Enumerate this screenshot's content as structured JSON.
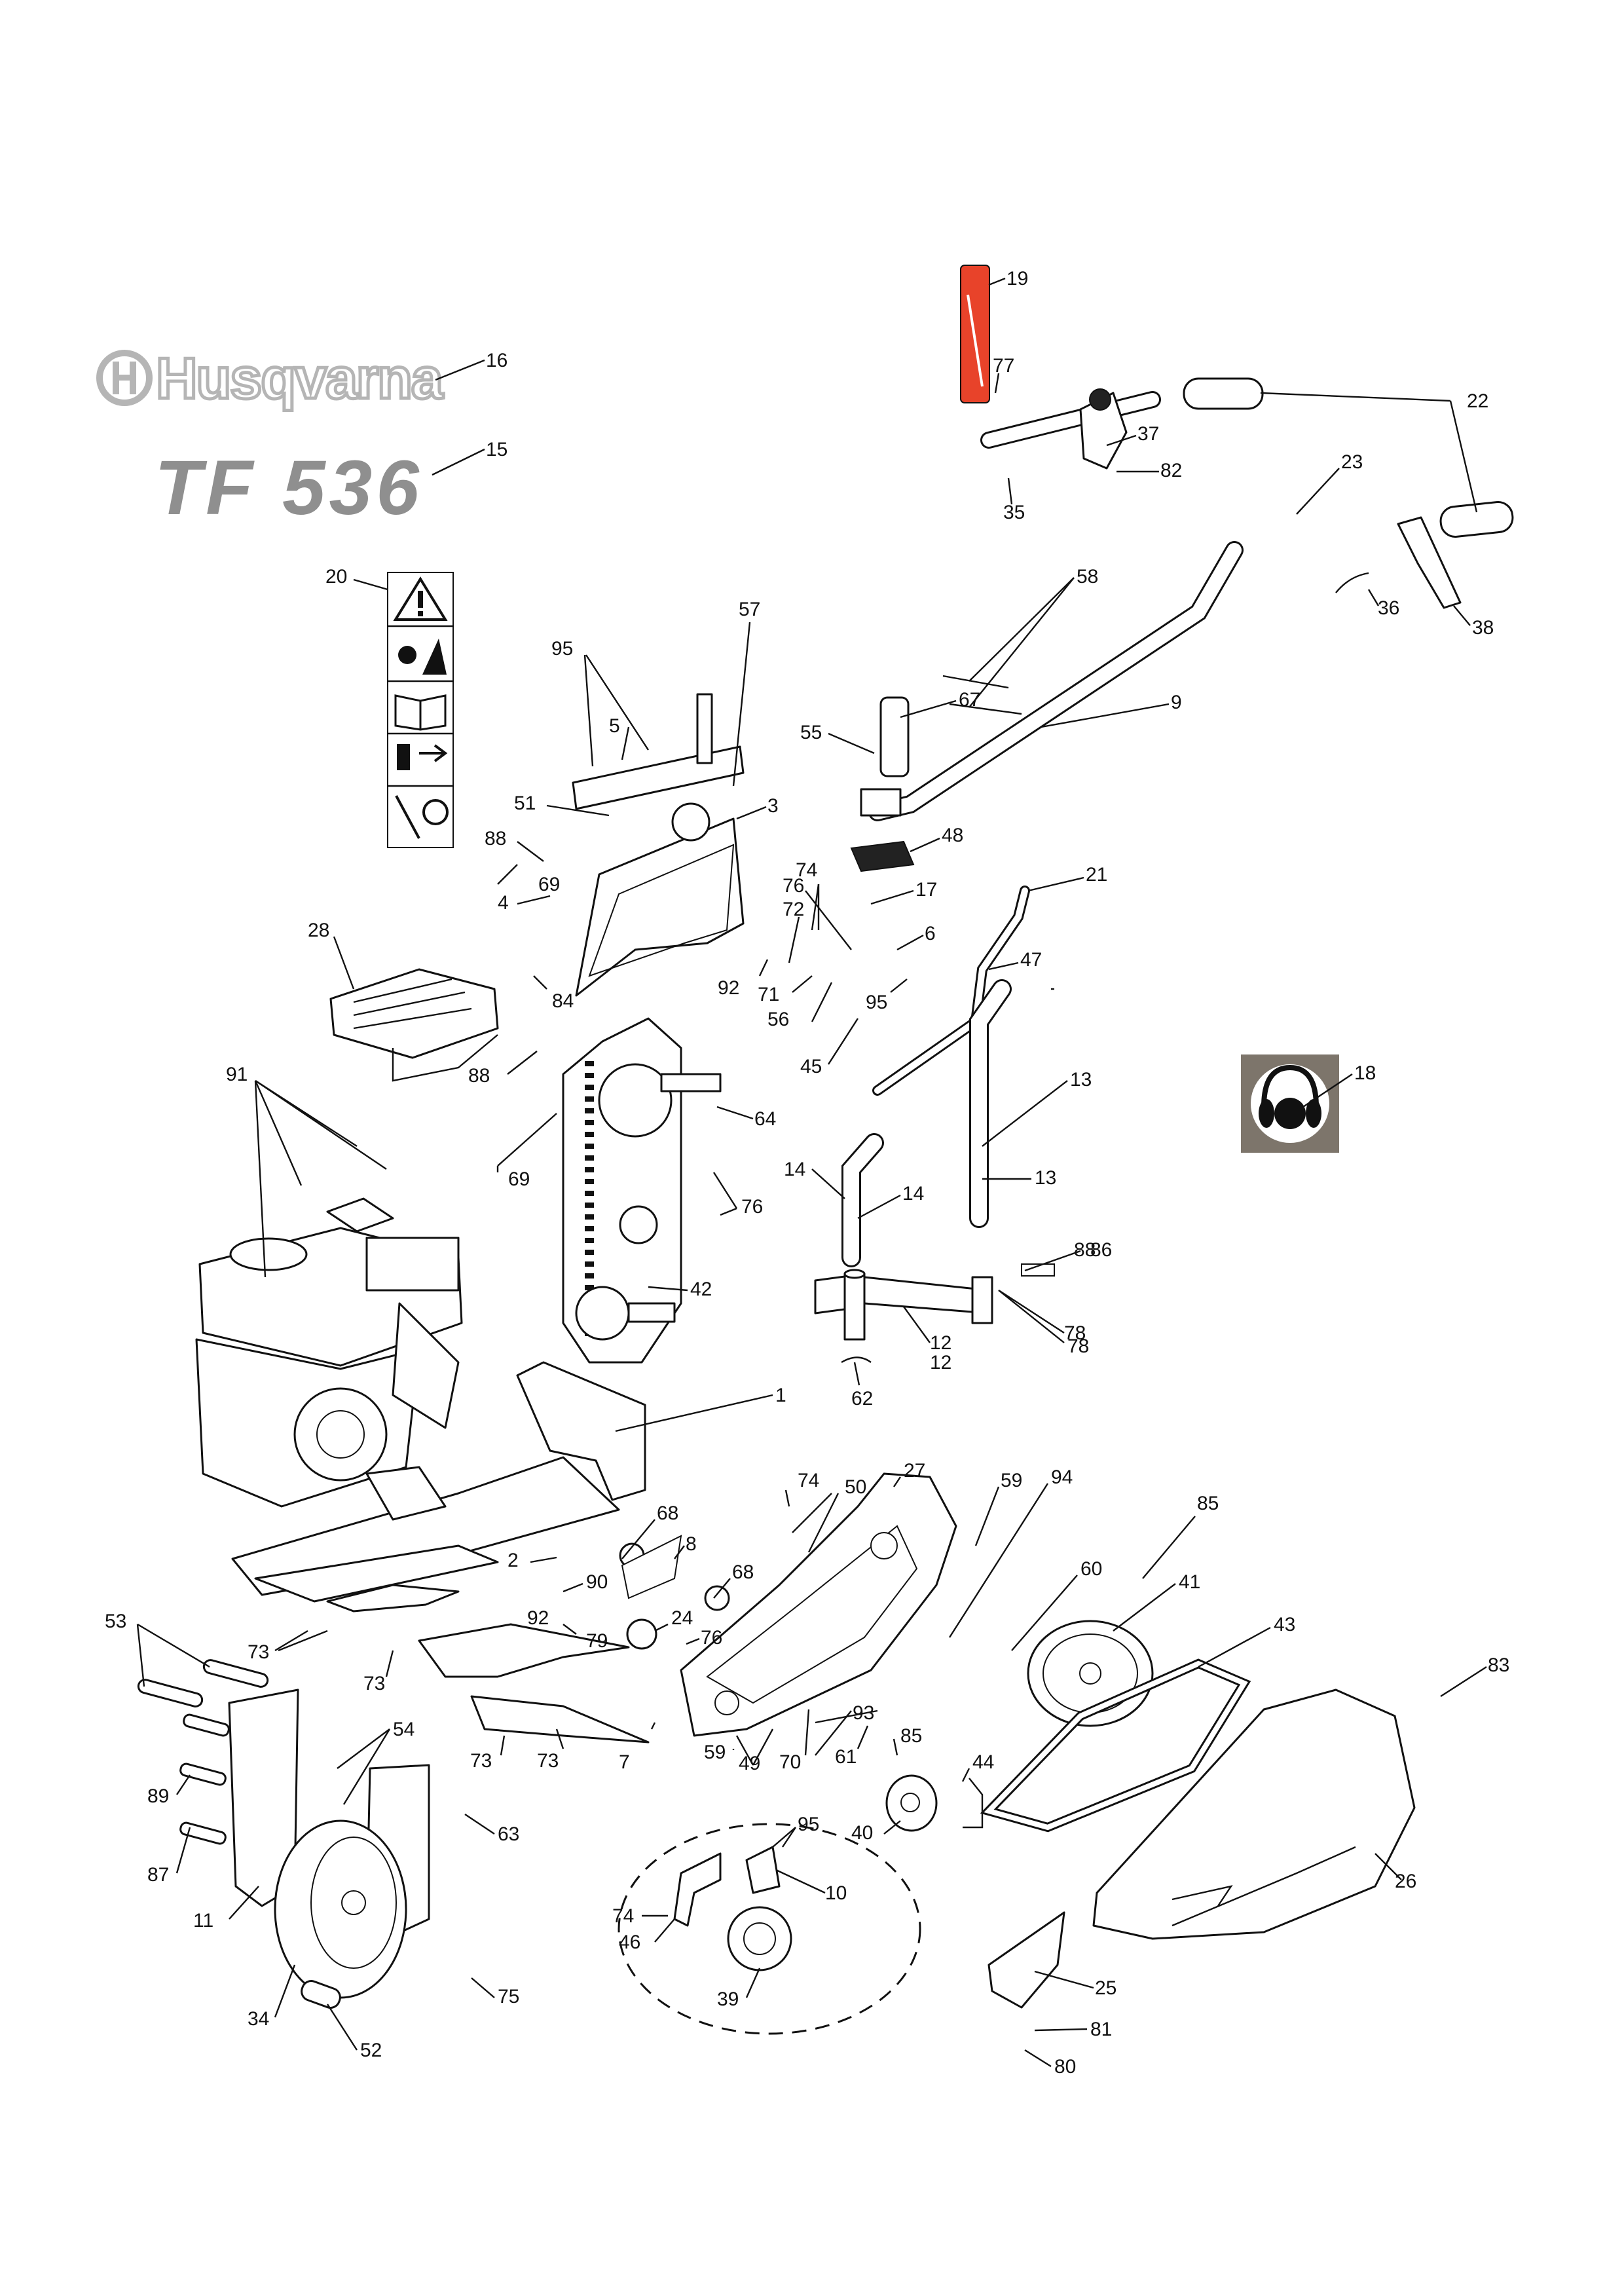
{
  "brand": {
    "name": "Husqvarna",
    "model": "TF 536"
  },
  "colors": {
    "brand_gray": "#b5b5b5",
    "model_gray": "#8f8f8f",
    "decal_red": "#e8432a",
    "ear_badge_bg": "#7d756b",
    "line": "#111111"
  },
  "icons": [
    "warning-triangle-icon",
    "rotating-tines-icon",
    "read-manual-icon",
    "gear-shift-icon",
    "no-passengers-icon",
    "ear-protection-icon"
  ],
  "callouts": [
    {
      "id": "c1",
      "label": "1"
    },
    {
      "id": "c2",
      "label": "2"
    },
    {
      "id": "c3",
      "label": "3"
    },
    {
      "id": "c4",
      "label": "4"
    },
    {
      "id": "c5",
      "label": "5"
    },
    {
      "id": "c6",
      "label": "6"
    },
    {
      "id": "c7",
      "label": "7"
    },
    {
      "id": "c8",
      "label": "8"
    },
    {
      "id": "c9",
      "label": "9"
    },
    {
      "id": "c10",
      "label": "10"
    },
    {
      "id": "c11",
      "label": "11"
    },
    {
      "id": "c12a",
      "label": "12"
    },
    {
      "id": "c12b",
      "label": "12"
    },
    {
      "id": "c13a",
      "label": "13"
    },
    {
      "id": "c13b",
      "label": "13"
    },
    {
      "id": "c14a",
      "label": "14"
    },
    {
      "id": "c14b",
      "label": "14"
    },
    {
      "id": "c15",
      "label": "15"
    },
    {
      "id": "c16",
      "label": "16"
    },
    {
      "id": "c17",
      "label": "17"
    },
    {
      "id": "c18",
      "label": "18"
    },
    {
      "id": "c19",
      "label": "19"
    },
    {
      "id": "c20",
      "label": "20"
    },
    {
      "id": "c21",
      "label": "21"
    },
    {
      "id": "c22",
      "label": "22"
    },
    {
      "id": "c23",
      "label": "23"
    },
    {
      "id": "c24",
      "label": "24"
    },
    {
      "id": "c25",
      "label": "25"
    },
    {
      "id": "c26",
      "label": "26"
    },
    {
      "id": "c27",
      "label": "27"
    },
    {
      "id": "c28",
      "label": "28"
    },
    {
      "id": "c34",
      "label": "34"
    },
    {
      "id": "c35",
      "label": "35"
    },
    {
      "id": "c36",
      "label": "36"
    },
    {
      "id": "c37",
      "label": "37"
    },
    {
      "id": "c38",
      "label": "38"
    },
    {
      "id": "c39",
      "label": "39"
    },
    {
      "id": "c40",
      "label": "40"
    },
    {
      "id": "c41",
      "label": "41"
    },
    {
      "id": "c42",
      "label": "42"
    },
    {
      "id": "c43",
      "label": "43"
    },
    {
      "id": "c44",
      "label": "44"
    },
    {
      "id": "c45",
      "label": "45"
    },
    {
      "id": "c46",
      "label": "46"
    },
    {
      "id": "c47",
      "label": "47"
    },
    {
      "id": "c48",
      "label": "48"
    },
    {
      "id": "c49",
      "label": "49"
    },
    {
      "id": "c50",
      "label": "50"
    },
    {
      "id": "c51",
      "label": "51"
    },
    {
      "id": "c52",
      "label": "52"
    },
    {
      "id": "c53",
      "label": "53"
    },
    {
      "id": "c54",
      "label": "54"
    },
    {
      "id": "c55",
      "label": "55"
    },
    {
      "id": "c56",
      "label": "56"
    },
    {
      "id": "c57",
      "label": "57"
    },
    {
      "id": "c58",
      "label": "58"
    },
    {
      "id": "c59a",
      "label": "59"
    },
    {
      "id": "c59b",
      "label": "59"
    },
    {
      "id": "c60",
      "label": "60"
    },
    {
      "id": "c61",
      "label": "61"
    },
    {
      "id": "c62",
      "label": "62"
    },
    {
      "id": "c63",
      "label": "63"
    },
    {
      "id": "c64",
      "label": "64"
    },
    {
      "id": "c67",
      "label": "67"
    },
    {
      "id": "c68a",
      "label": "68"
    },
    {
      "id": "c68b",
      "label": "68"
    },
    {
      "id": "c69a",
      "label": "69"
    },
    {
      "id": "c69b",
      "label": "69"
    },
    {
      "id": "c70",
      "label": "70"
    },
    {
      "id": "c71",
      "label": "71"
    },
    {
      "id": "c72",
      "label": "72"
    },
    {
      "id": "c73a",
      "label": "73"
    },
    {
      "id": "c73b",
      "label": "73"
    },
    {
      "id": "c73c",
      "label": "73"
    },
    {
      "id": "c73d",
      "label": "73"
    },
    {
      "id": "c74a",
      "label": "74"
    },
    {
      "id": "c74b",
      "label": "74"
    },
    {
      "id": "c74c",
      "label": "74"
    },
    {
      "id": "c75",
      "label": "75"
    },
    {
      "id": "c76a",
      "label": "76"
    },
    {
      "id": "c76b",
      "label": "76"
    },
    {
      "id": "c76c",
      "label": "76"
    },
    {
      "id": "c77",
      "label": "77"
    },
    {
      "id": "c78a",
      "label": "78"
    },
    {
      "id": "c78b",
      "label": "78"
    },
    {
      "id": "c79",
      "label": "79"
    },
    {
      "id": "c80",
      "label": "80"
    },
    {
      "id": "c81",
      "label": "81"
    },
    {
      "id": "c82",
      "label": "82"
    },
    {
      "id": "c83",
      "label": "83"
    },
    {
      "id": "c84",
      "label": "84"
    },
    {
      "id": "c85a",
      "label": "85"
    },
    {
      "id": "c85b",
      "label": "85"
    },
    {
      "id": "c86",
      "label": "86"
    },
    {
      "id": "c87",
      "label": "87"
    },
    {
      "id": "c88a",
      "label": "88"
    },
    {
      "id": "c88b",
      "label": "88"
    },
    {
      "id": "c88c",
      "label": "88"
    },
    {
      "id": "c89",
      "label": "89"
    },
    {
      "id": "c90",
      "label": "90"
    },
    {
      "id": "c91",
      "label": "91"
    },
    {
      "id": "c92a",
      "label": "92"
    },
    {
      "id": "c92b",
      "label": "92"
    },
    {
      "id": "c93",
      "label": "93"
    },
    {
      "id": "c94",
      "label": "94"
    },
    {
      "id": "c95a",
      "label": "95"
    },
    {
      "id": "c95b",
      "label": "95"
    },
    {
      "id": "c95c",
      "label": "95"
    }
  ]
}
